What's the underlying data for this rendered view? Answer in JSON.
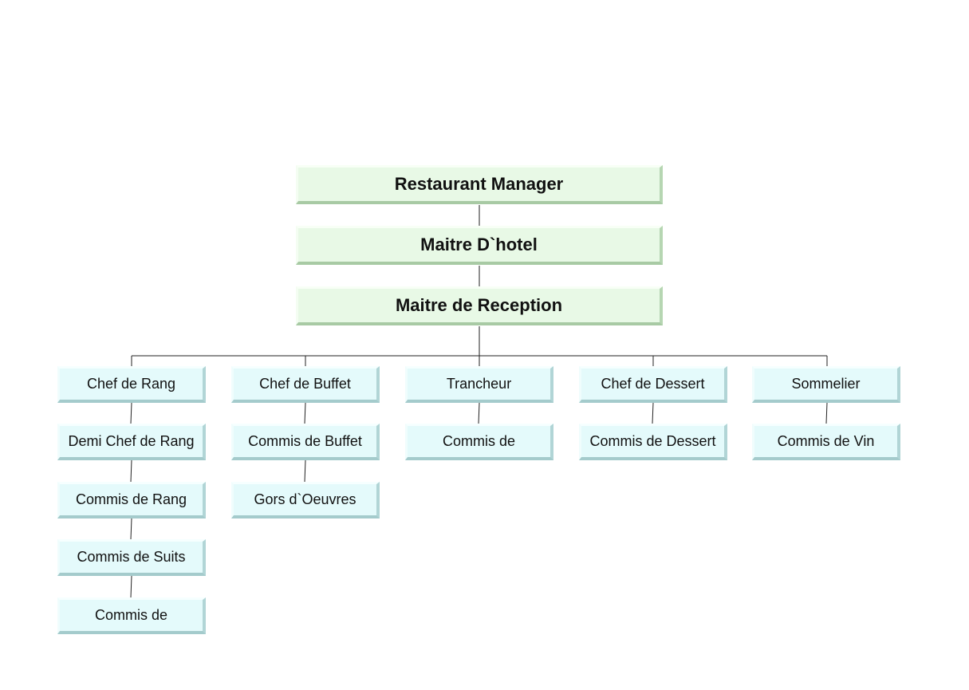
{
  "top_chain": [
    "Restaurant Manager",
    "Maitre D`hotel",
    "Maitre de Reception"
  ],
  "columns": [
    {
      "items": [
        "Chef de Rang",
        "Demi Chef de Rang",
        "Commis de Rang",
        "Commis de Suits",
        "Commis de"
      ]
    },
    {
      "items": [
        "Chef de Buffet",
        "Commis de Buffet",
        "Gors d`Oeuvres"
      ]
    },
    {
      "items": [
        "Trancheur",
        "Commis de"
      ]
    },
    {
      "items": [
        "Chef de Dessert",
        "Commis de Dessert"
      ]
    },
    {
      "items": [
        "Sommelier",
        "Commis de Vin"
      ]
    }
  ],
  "colors": {
    "top_box": "#e8f9e6",
    "sub_box": "#e4fafb",
    "connector": "#222222"
  }
}
